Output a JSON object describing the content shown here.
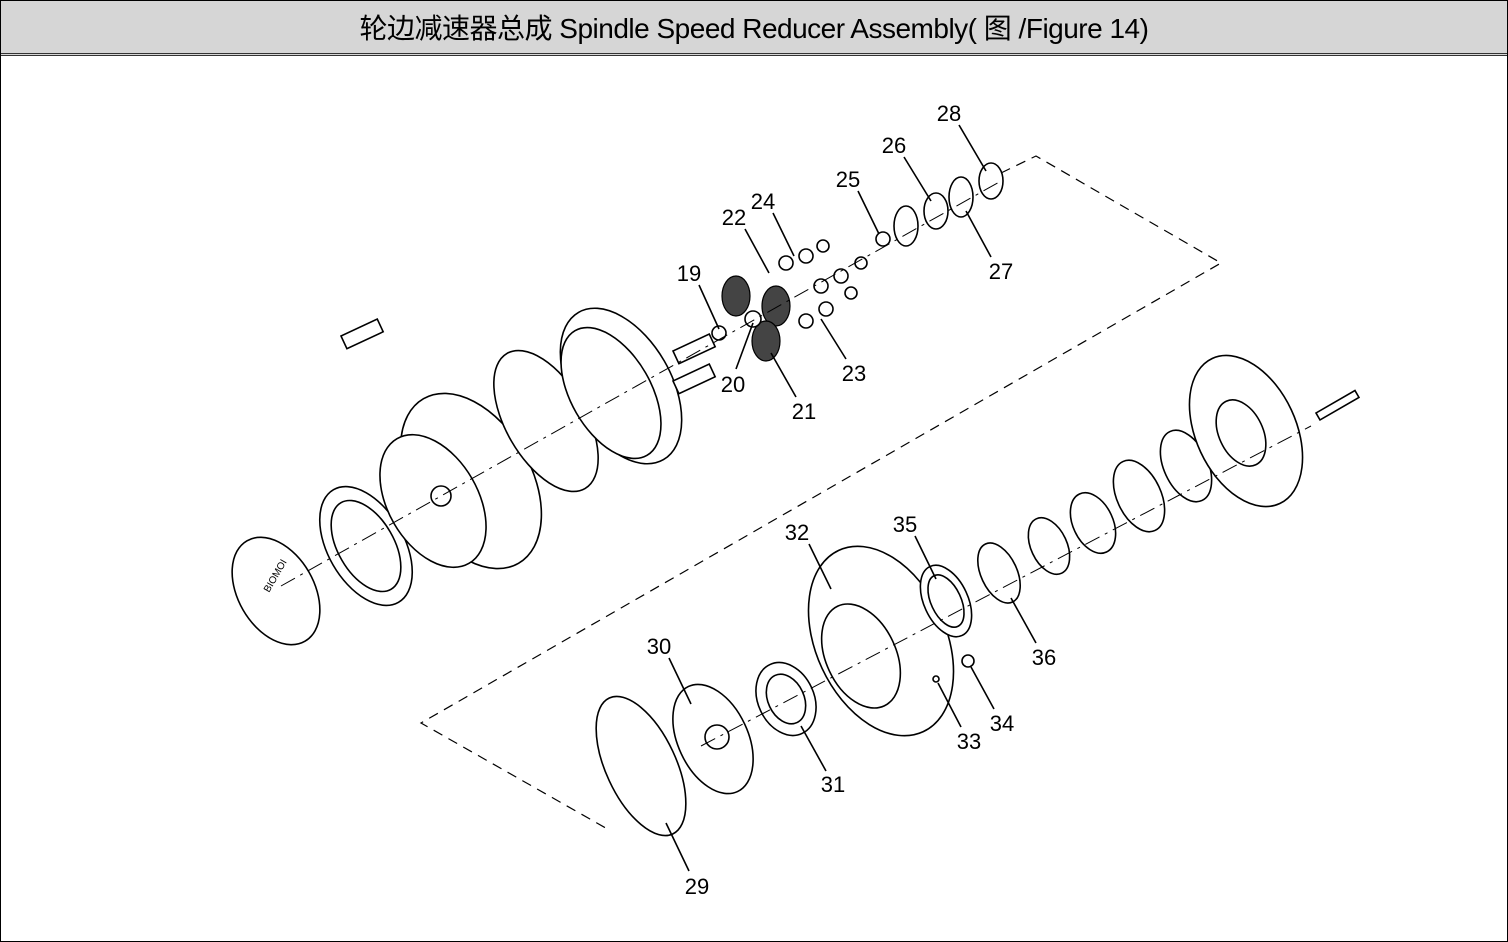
{
  "header": {
    "title": "轮边减速器总成 Spindle Speed Reducer Assembly( 图 /Figure 14)"
  },
  "callouts": {
    "c19": "19",
    "c20": "20",
    "c21": "21",
    "c22": "22",
    "c23": "23",
    "c24": "24",
    "c25": "25",
    "c26": "26",
    "c27": "27",
    "c28": "28",
    "c29": "29",
    "c30": "30",
    "c31": "31",
    "c32": "32",
    "c33": "33",
    "c34": "34",
    "c35": "35",
    "c36": "36"
  }
}
